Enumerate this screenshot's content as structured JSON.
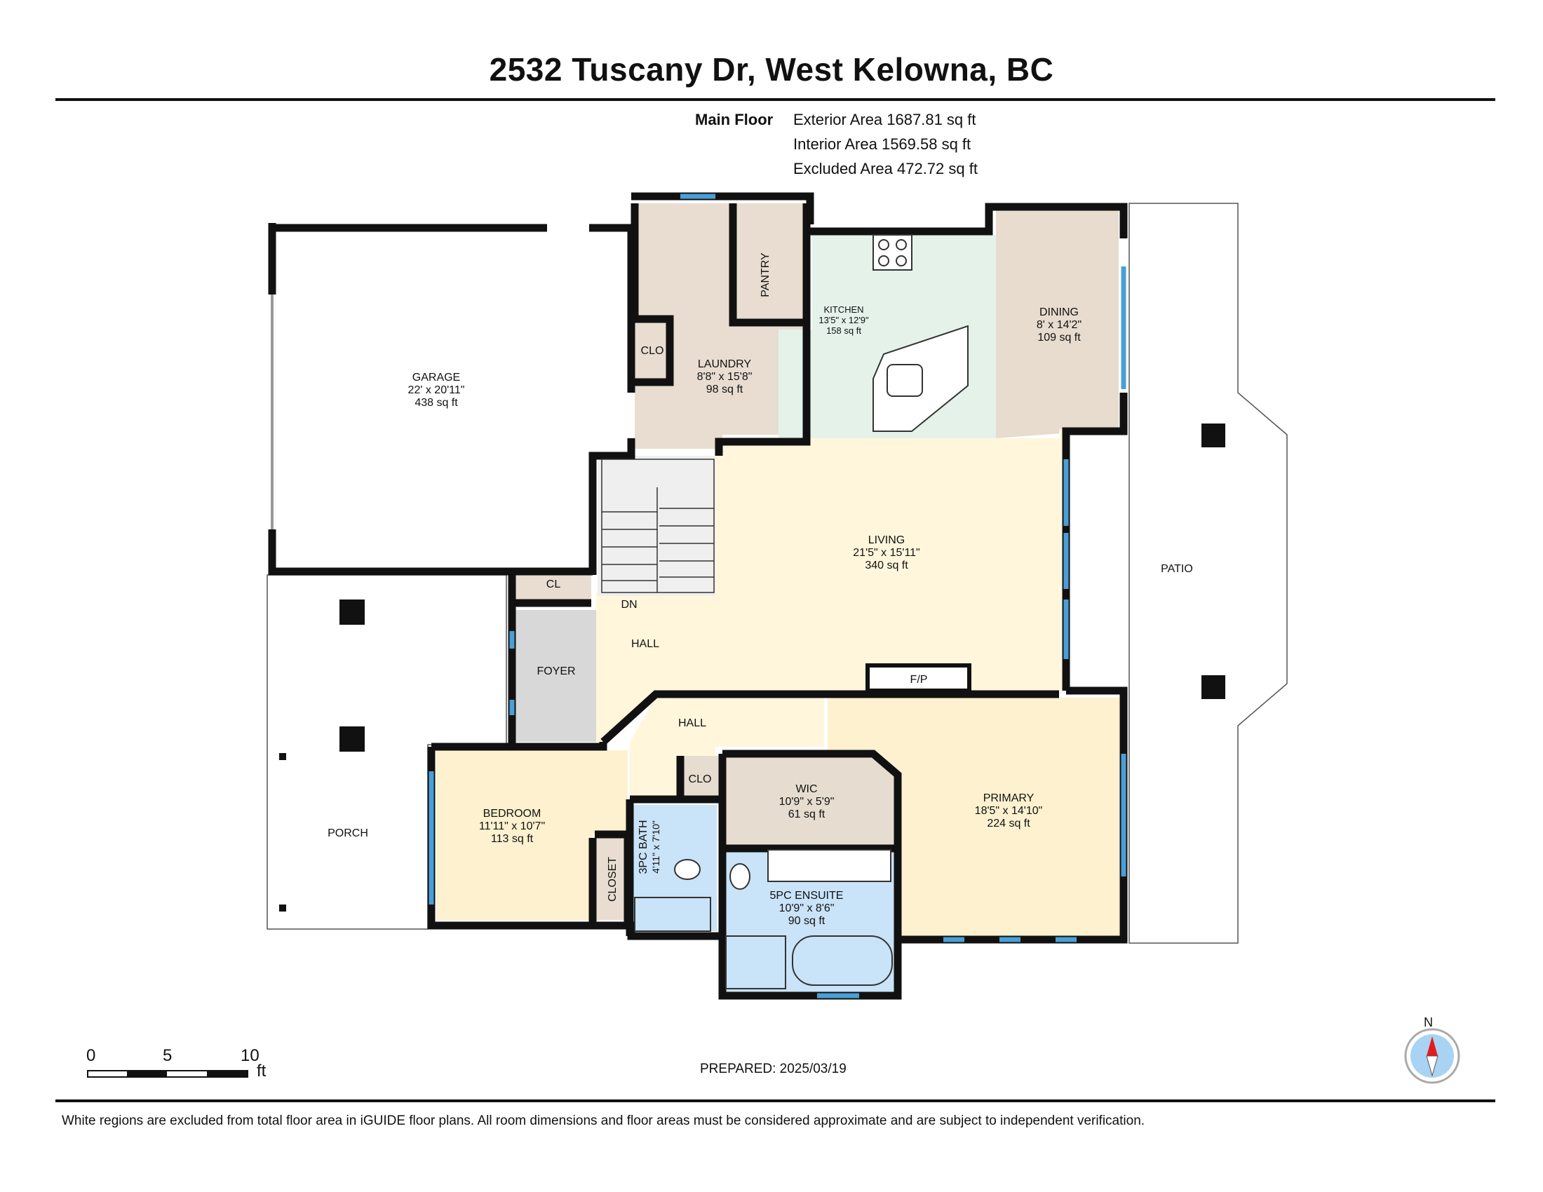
{
  "title": "2532 Tuscany Dr, West Kelowna, BC",
  "floor_label": "Main Floor",
  "areas": {
    "exterior": "Exterior Area 1687.81 sq ft",
    "interior": "Interior Area 1569.58 sq ft",
    "excluded": "Excluded Area 472.72 sq ft"
  },
  "rooms": [
    {
      "id": "garage",
      "name": "GARAGE",
      "dims": "22' x 20'11\"",
      "area": "438 sq ft"
    },
    {
      "id": "laundry",
      "name": "LAUNDRY",
      "dims": "8'8\" x 15'8\"",
      "area": "98 sq ft"
    },
    {
      "id": "kitchen",
      "name": "KITCHEN",
      "dims": "13'5\" x 12'9\"",
      "area": "158 sq ft"
    },
    {
      "id": "dining",
      "name": "DINING",
      "dims": "8' x 14'2\"",
      "area": "109 sq ft"
    },
    {
      "id": "living",
      "name": "LIVING",
      "dims": "21'5\" x 15'11\"",
      "area": "340 sq ft"
    },
    {
      "id": "bedroom",
      "name": "BEDROOM",
      "dims": "11'11\" x 10'7\"",
      "area": "113 sq ft"
    },
    {
      "id": "wic",
      "name": "WIC",
      "dims": "10'9\" x 5'9\"",
      "area": "61 sq ft"
    },
    {
      "id": "primary",
      "name": "PRIMARY",
      "dims": "18'5\" x 14'10\"",
      "area": "224 sq ft"
    },
    {
      "id": "ensuite",
      "name": "5PC ENSUITE",
      "dims": "10'9\" x 8'6\"",
      "area": "90 sq ft"
    },
    {
      "id": "bath",
      "name": "3PC BATH",
      "dims": "4'11\" x 7'10\"",
      "area": ""
    }
  ],
  "labels": {
    "pantry": "PANTRY",
    "clo1": "CLO",
    "clo2": "CLO",
    "cl": "CL",
    "foyer": "FOYER",
    "hall1": "HALL",
    "hall2": "HALL",
    "dn": "DN",
    "fp": "F/P",
    "closet": "CLOSET",
    "patio": "PATIO",
    "porch": "PORCH"
  },
  "scale": {
    "ticks": [
      "0",
      "5",
      "10"
    ],
    "unit": "ft"
  },
  "compass": {
    "label": "N"
  },
  "prepared": "PREPARED: 2025/03/19",
  "disclaimer": "White regions are excluded from total floor area in iGUIDE floor plans. All room dimensions and floor areas must be considered approximate and are subject to independent verification.",
  "colors": {
    "wall": "#111111",
    "laundry": "#e8ddd0",
    "kitchen": "#e4f2ea",
    "dining": "#e7dccd",
    "living": "#fff6dc",
    "foyer": "#d8d8d8",
    "bedroom": "#fdf1cf",
    "primary": "#fdf1cf",
    "wic": "#e6ddd0",
    "bath": "#c9e3f8",
    "window": "#4a9fd6"
  }
}
